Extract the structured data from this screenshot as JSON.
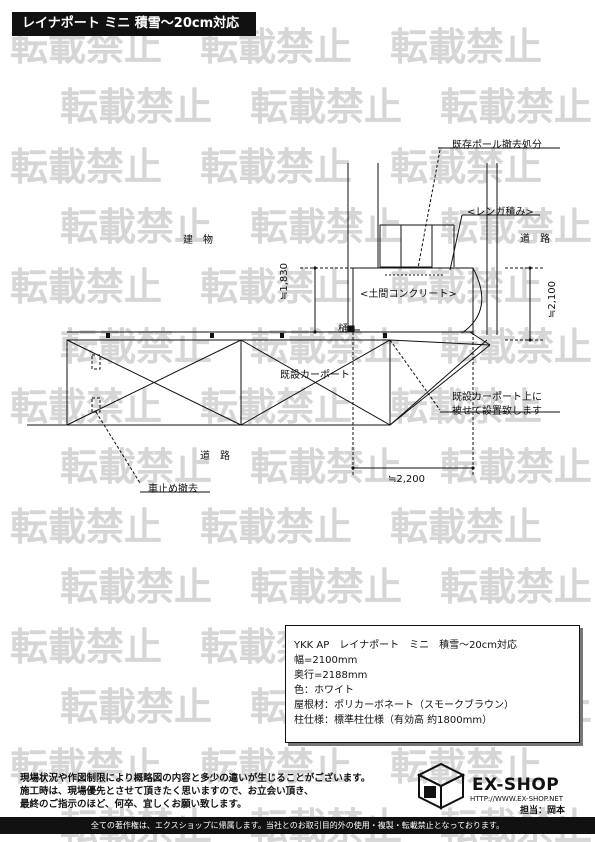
{
  "title": "レイナポート ミニ 積雪～20cm対応",
  "watermark_text": "転載禁止",
  "labels": {
    "building": "建　物",
    "road_right": "道　路",
    "road_bottom": "道　路",
    "pole_removal": "既存ポール撤去処分",
    "brick": "<レンガ積み>",
    "concrete": "<土間コンクリート>",
    "gutter": "樋",
    "carport": "既設カーポート",
    "install_note_1": "既設カーポート上に",
    "install_note_2": "被せて設置致します",
    "wheel_stop": "車止め撤去",
    "dim_height": "≒1,830",
    "dim_right": "≒2,100",
    "dim_bottom": "≒2,200"
  },
  "spec": {
    "product": "YKK AP　レイナポート　ミニ　積雪～20cm対応",
    "width": "幅=2100mm",
    "depth": "奥行=2188mm",
    "color": "色：ホワイト",
    "roof": "屋根材：ポリカーボネート（スモークブラウン）",
    "pillar": "柱仕様：標準柱仕様（有効高 約1800mm）"
  },
  "notes": {
    "line1": "現場状況や作図制限により概略図の内容と多少の違いが生じることがございます。",
    "line2": "施工時は、現場優先とさせて頂きたく思いますので、お立会い頂き、",
    "line3": "最終のご指示のほど、何卒、宜しくお願い致します。"
  },
  "logo": {
    "name": "EX-SHOP",
    "url": "HTTP://WWW.EX-SHOP.NET"
  },
  "person": "担当：岡本",
  "footer": "全ての著作権は、エクスショップに帰属します。当社とのお取引目的外の使用・複製・転載禁止となっております。"
}
